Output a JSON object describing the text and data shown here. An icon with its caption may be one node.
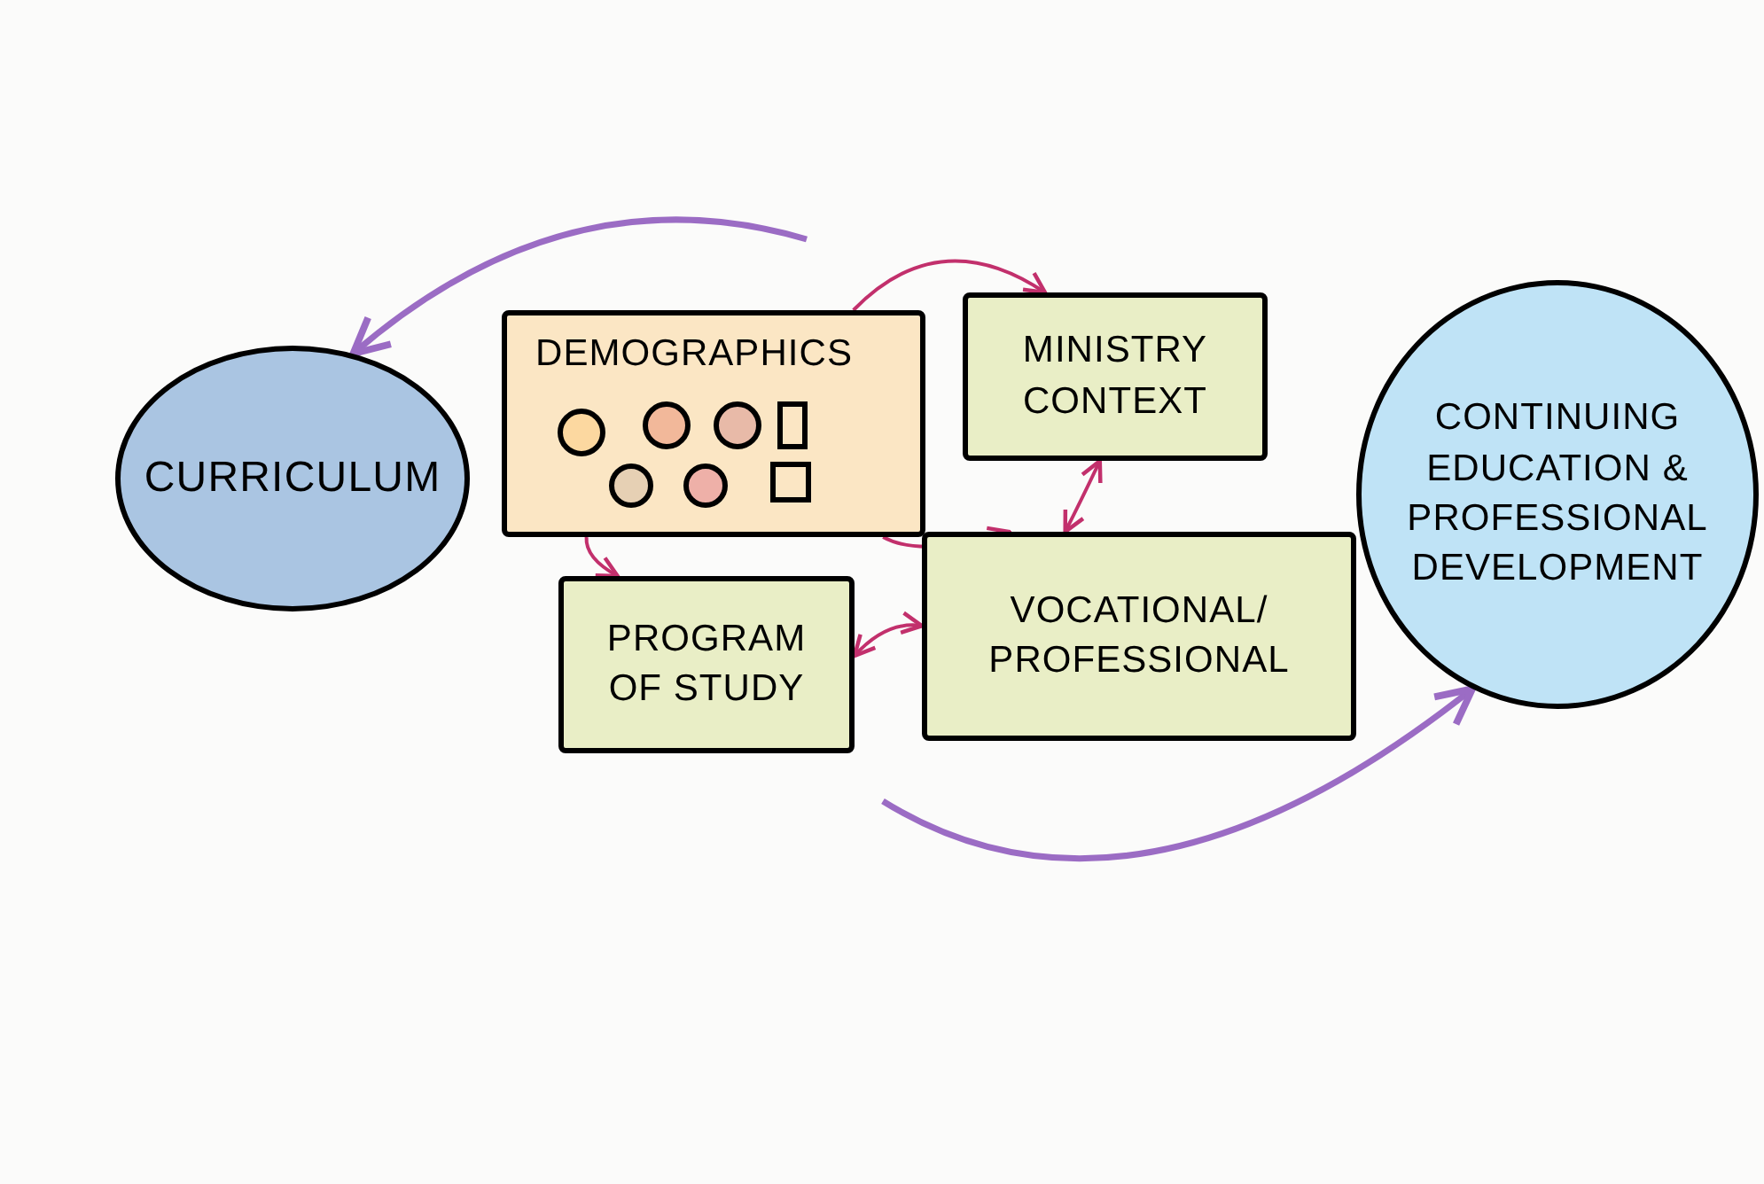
{
  "diagram": {
    "nodes": [
      {
        "text": [
          "CURRICULUM"
        ]
      },
      {
        "text": [
          "DEMOGRAPHICS"
        ]
      },
      {
        "text": [
          "MINISTRY CONTEXT"
        ]
      },
      {
        "text": [
          "CONTINUING EDUCATION & PROFESSIONAL DEVELOPMENT"
        ]
      },
      {
        "text": [
          "PROGRAM OF STUDY"
        ]
      },
      {
        "text": [
          "VOCATIONAL/ PROFESSIONAL"
        ]
      }
    ],
    "edges": [
      {
        "from": null,
        "to": 0,
        "arrow": "to",
        "color": "#9b6cc4"
      },
      {
        "from": 1,
        "to": 2,
        "arrow": "to"
      },
      {
        "from": 1,
        "to": 4,
        "arrow": "to"
      },
      {
        "from": 1,
        "to": 5,
        "arrow": "to"
      },
      {
        "from": 4,
        "to": 5,
        "arrow": "both"
      },
      {
        "from": 2,
        "to": 5,
        "arrow": "both"
      },
      {
        "from": null,
        "to": 3,
        "arrow": "to",
        "color": "#9b6cc4"
      }
    ]
  }
}
